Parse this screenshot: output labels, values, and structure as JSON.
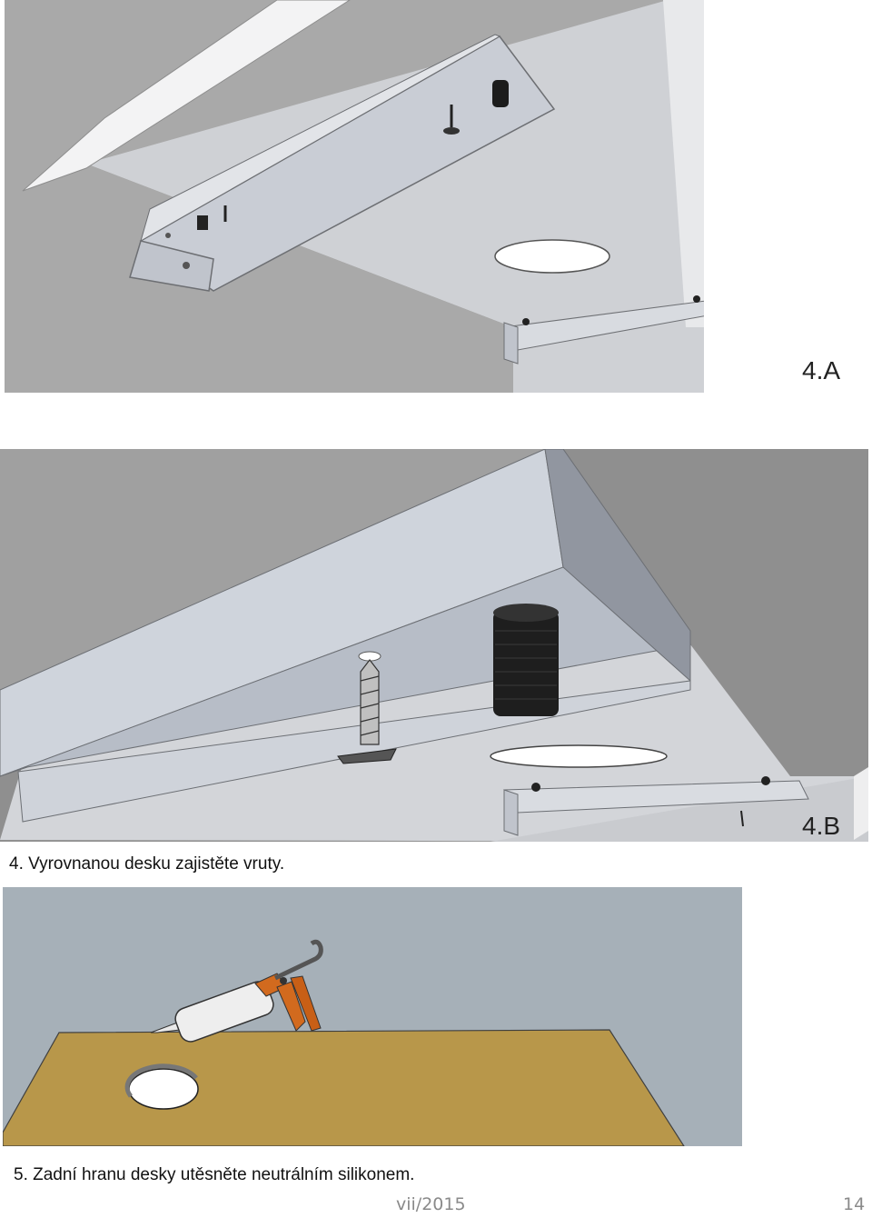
{
  "figures": {
    "a": {
      "label": "4.A"
    },
    "b": {
      "label": "4.B"
    },
    "c": {}
  },
  "captions": {
    "step4": "4. Vyrovnanou desku zajistěte vruty.",
    "step5": "5. Zadní hranu desky utěsněte neutrálním silikonem."
  },
  "footer": {
    "date": "vii/2015",
    "page": "14"
  },
  "colors": {
    "wall": "#a8a8a8",
    "board": "#d9dce1",
    "bracket": "#c8ccd4",
    "worktop": "#b8974a",
    "backdrop": "#a7b1b9",
    "gun": "#d26a1e"
  }
}
